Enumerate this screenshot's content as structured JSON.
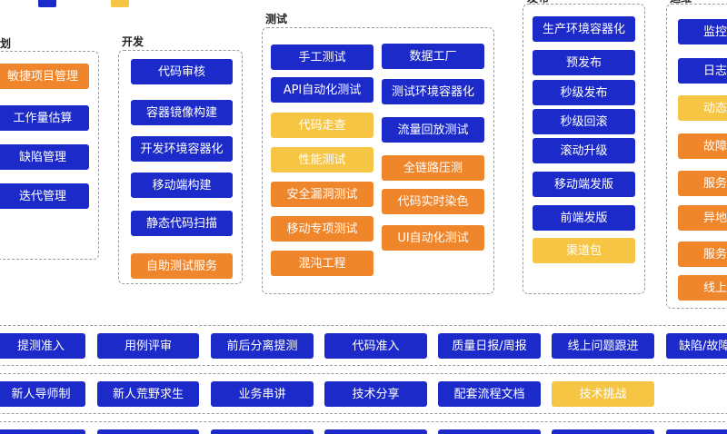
{
  "colors": {
    "blue": "#1c2ac9",
    "orange": "#f0862c",
    "yellow": "#f6c544",
    "border": "#9a9aa8"
  },
  "groups": {
    "g1": {
      "title": "划",
      "items": [
        "敏捷项目管理",
        "工作量估算",
        "缺陷管理",
        "迭代管理"
      ]
    },
    "dev": {
      "title": "开发",
      "items": [
        "代码审核",
        "容器镜像构建",
        "开发环境容器化",
        "移动端构建",
        "静态代码扫描",
        "自助测试服务"
      ]
    },
    "test": {
      "title": "测试",
      "items": [
        "手工测试",
        "数据工厂",
        "API自动化测试",
        "测试环境容器化",
        "代码走查",
        "流量回放测试",
        "性能测试",
        "全链路压测",
        "安全漏洞测试",
        "代码实时染色",
        "移动专项测试",
        "UI自动化测试",
        "混沌工程"
      ]
    },
    "release": {
      "title": "发布",
      "items": [
        "生产环境容器化",
        "预发布",
        "秒级发布",
        "秒级回滚",
        "滚动升级",
        "移动端发版",
        "前端发版",
        "渠道包"
      ]
    },
    "ops": {
      "title": "运维",
      "items": [
        "监控",
        "日志",
        "动态",
        "故障",
        "服务",
        "异地",
        "服务",
        "线上"
      ]
    }
  },
  "rows": [
    [
      "提测准入",
      "用例评审",
      "前后分离提测",
      "代码准入",
      "质量日报/周报",
      "线上问题跟进",
      "缺陷/故障"
    ],
    [
      "新人导师制",
      "新人荒野求生",
      "业务串讲",
      "技术分享",
      "配套流程文档",
      "技术挑战"
    ]
  ]
}
